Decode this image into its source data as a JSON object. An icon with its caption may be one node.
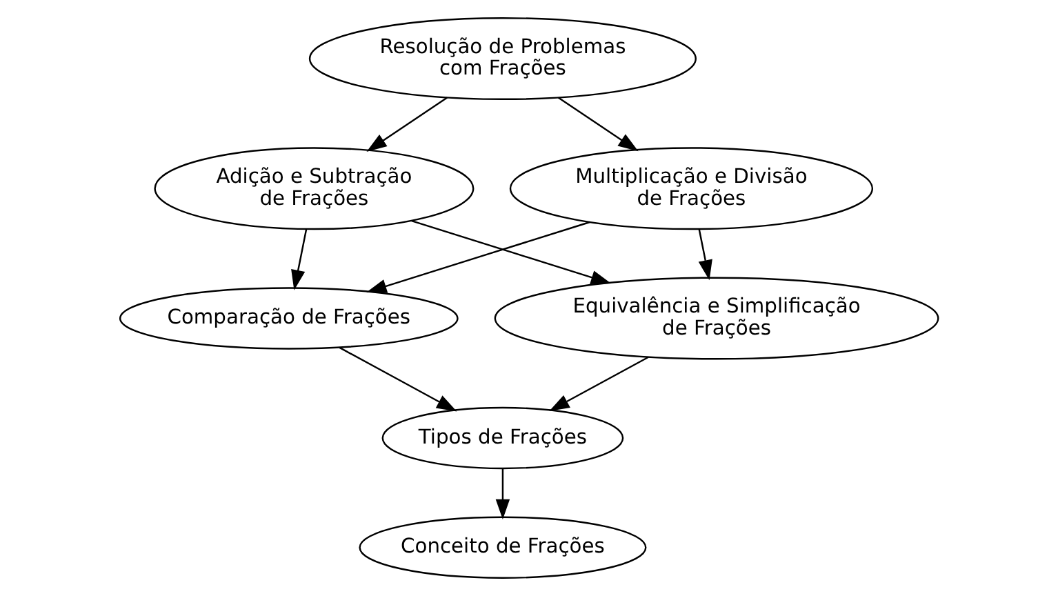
{
  "diagram": {
    "nodes": [
      {
        "text": [
          "Resolução de Problemas com Frações"
        ]
      },
      {
        "text": [
          "Adição e Subtração de Frações"
        ]
      },
      {
        "text": [
          "Multiplicação e Divisão de Frações"
        ]
      },
      {
        "text": [
          "Comparação de Frações"
        ]
      },
      {
        "text": [
          "Equivalência e Simplificação de Frações"
        ]
      },
      {
        "text": [
          "Tipos de Frações"
        ]
      },
      {
        "text": [
          "Conceito de Frações"
        ]
      }
    ],
    "edges": [
      {
        "from": 0,
        "to": 1,
        "arrow": "to"
      },
      {
        "from": 0,
        "to": 2,
        "arrow": "to"
      },
      {
        "from": 1,
        "to": 3,
        "arrow": "to"
      },
      {
        "from": 1,
        "to": 4,
        "arrow": "to"
      },
      {
        "from": 2,
        "to": 3,
        "arrow": "to"
      },
      {
        "from": 2,
        "to": 4,
        "arrow": "to"
      },
      {
        "from": 3,
        "to": 5,
        "arrow": "to"
      },
      {
        "from": 4,
        "to": 5,
        "arrow": "to"
      },
      {
        "from": 5,
        "to": 6,
        "arrow": "to"
      }
    ]
  }
}
